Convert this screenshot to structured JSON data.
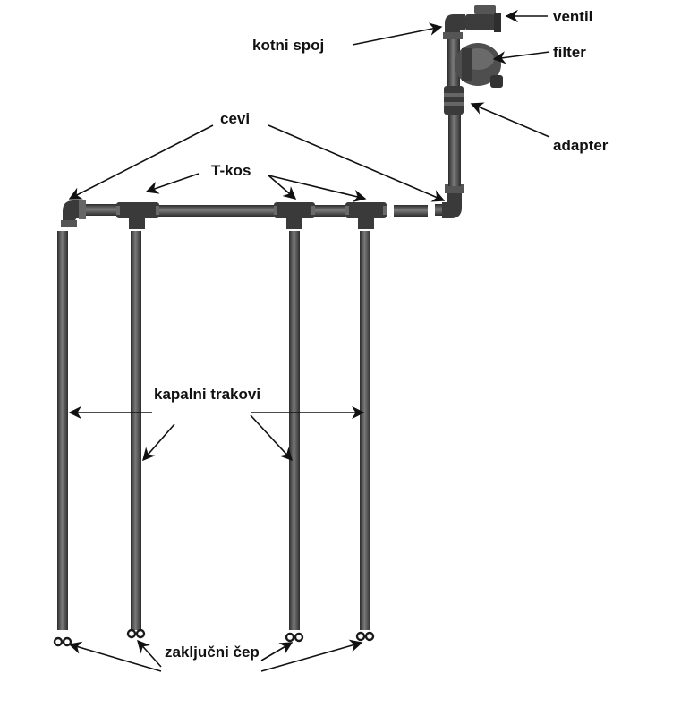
{
  "labels": {
    "ventil": "ventil",
    "kotni_spoj": "kotni spoj",
    "filter": "filter",
    "adapter": "adapter",
    "cevi": "cevi",
    "t_kos": "T-kos",
    "kapalni_trakovi": "kapalni trakovi",
    "zakljucni_cep": "zaključni čep"
  },
  "colors": {
    "pipe": "#4a4a4a",
    "pipe_highlight": "#8a8a8a",
    "fitting": "#3a3a3a",
    "filter_body": "#555555",
    "text": "#111111"
  }
}
